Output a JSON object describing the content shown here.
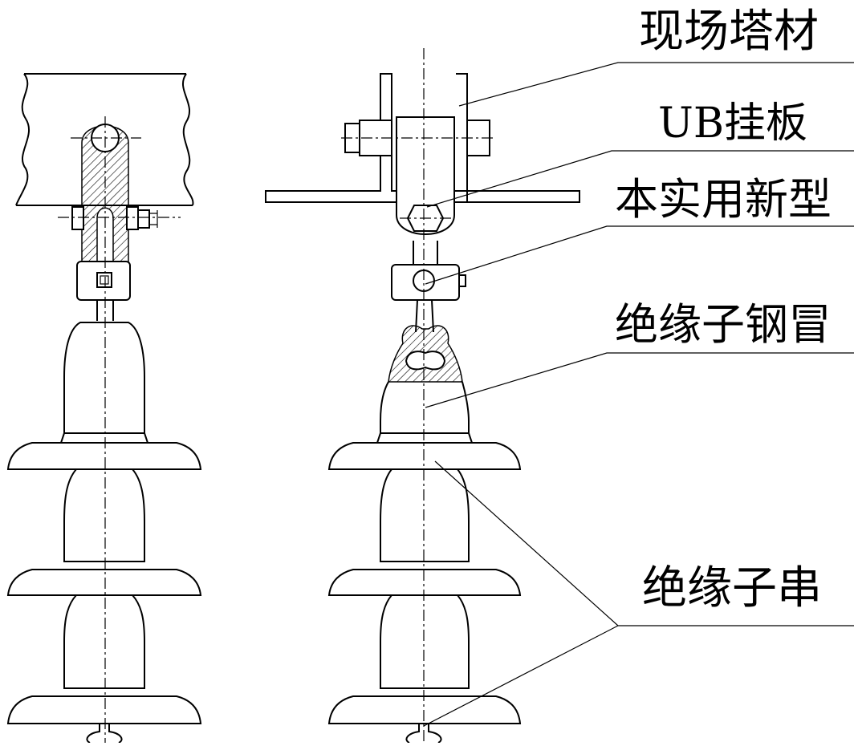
{
  "labels": {
    "tower": "现场塔材",
    "ub_plate": "UB挂板",
    "utility_model": "本实用新型",
    "steel_cap": "绝缘子钢冒",
    "string": "绝缘子串"
  },
  "colors": {
    "ink": "#000000",
    "paper": "#ffffff"
  }
}
